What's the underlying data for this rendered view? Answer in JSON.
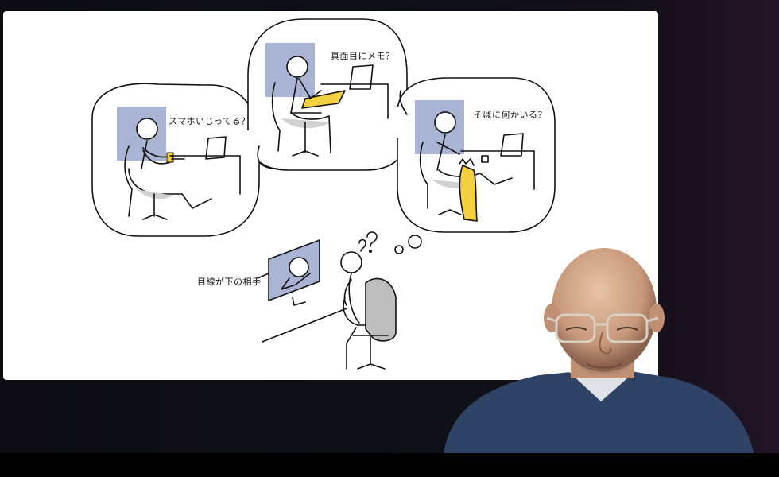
{
  "slide": {
    "captions": {
      "phone": "スマホいじってる？",
      "memo": "真面目にメモ？",
      "beside": "そばに何かいる？",
      "gaze": "目線が下の相手"
    }
  }
}
